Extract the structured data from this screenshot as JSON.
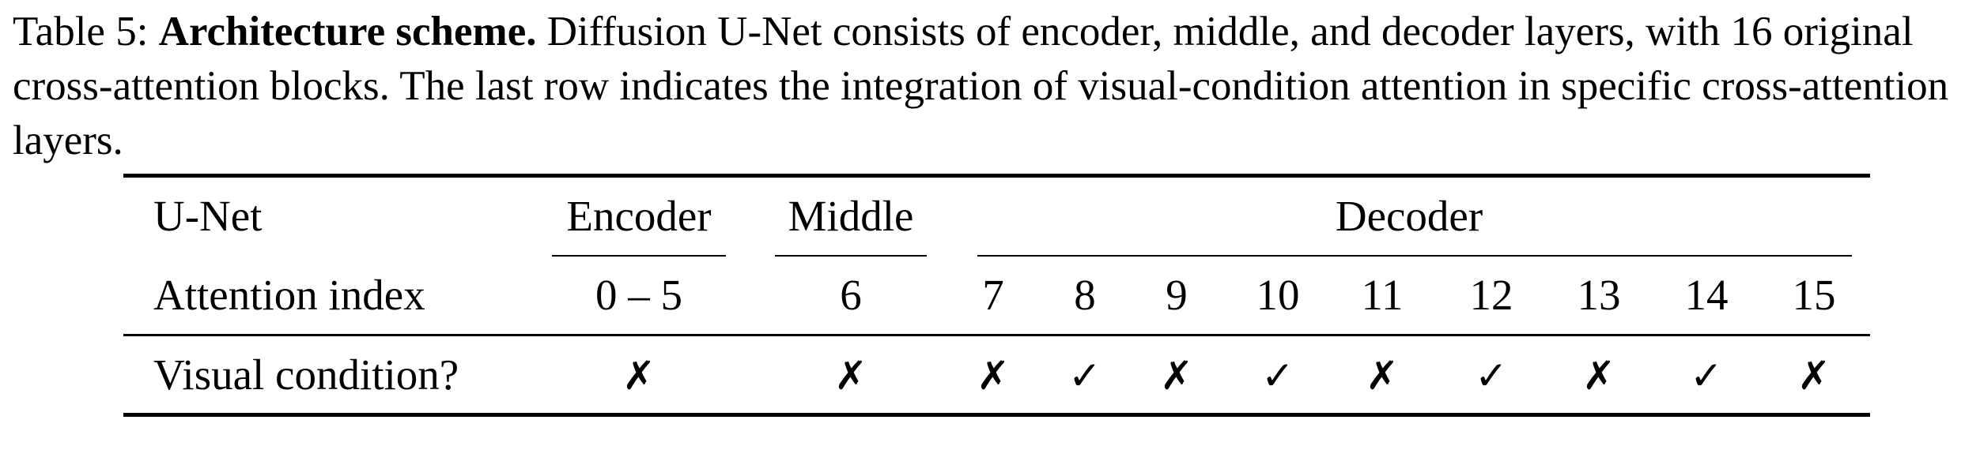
{
  "caption": {
    "label": "Table 5:",
    "title": "Architecture scheme.",
    "text": "Diffusion U-Net consists of encoder, middle, and decoder layers, with 16 original cross-attention blocks. The last row indicates the integration of visual-condition attention in specific cross-attention layers."
  },
  "table": {
    "header": {
      "stub": "U-Net",
      "groups": [
        "Encoder",
        "Middle",
        "Decoder"
      ]
    },
    "index_row": {
      "label": "Attention index",
      "values": [
        "0 – 5",
        "6",
        "7",
        "8",
        "9",
        "10",
        "11",
        "12",
        "13",
        "14",
        "15"
      ]
    },
    "visual_row": {
      "label": "Visual condition?",
      "values": [
        "✗",
        "✗",
        "✗",
        "✓",
        "✗",
        "✓",
        "✗",
        "✓",
        "✗",
        "✓",
        "✗"
      ]
    }
  }
}
